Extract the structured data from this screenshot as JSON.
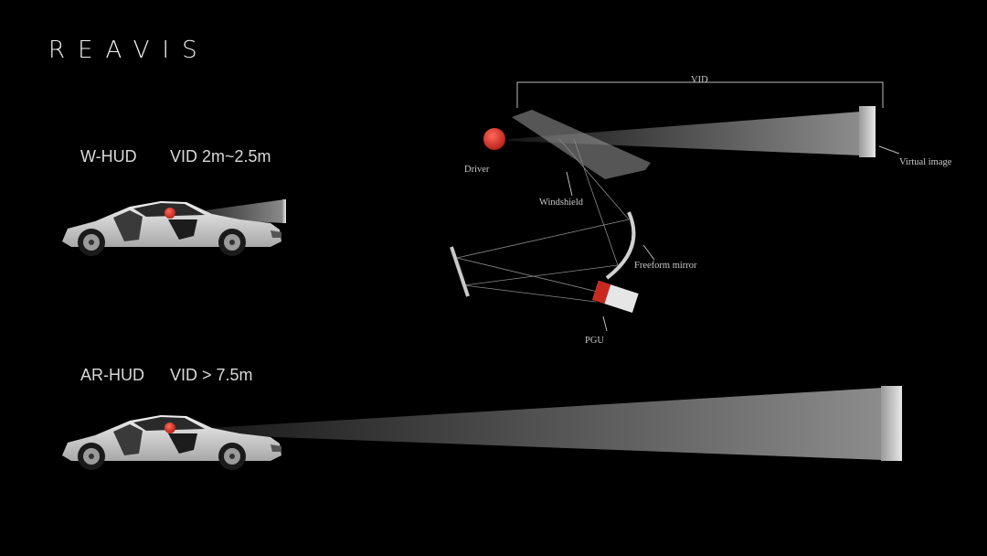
{
  "brand": {
    "logo_text": "REAVIS"
  },
  "whud": {
    "name": "W-HUD",
    "vid": "VID 2m~2.5m"
  },
  "arhud": {
    "name": "AR-HUD",
    "vid": "VID  > 7.5m"
  },
  "diagram": {
    "vid": "VID",
    "driver": "Driver",
    "virtual_image": "Virtual image",
    "windshield": "Windshield",
    "freeform_mirror": "Freeform mirror",
    "pgu": "PGU"
  },
  "colors": {
    "background": "#000000",
    "driver_head": "#d9302a",
    "pgu_emitter": "#c8281e",
    "car_body": "#d7d7d7",
    "beam": "#8a8a8a"
  }
}
